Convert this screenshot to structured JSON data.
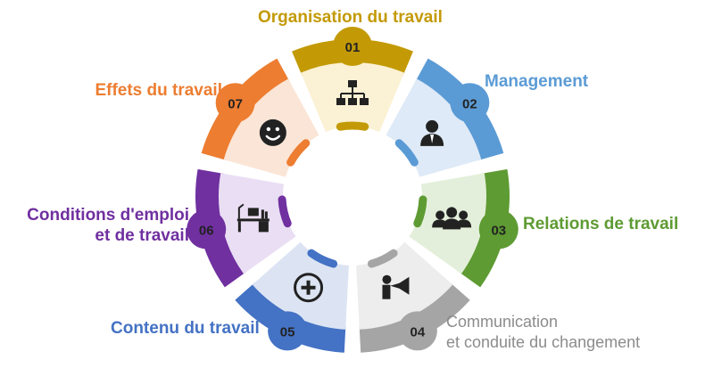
{
  "segments": [
    {
      "number": "01",
      "label": [
        "Organisation du travail"
      ],
      "color": "#C39A06",
      "tint": "#FBF1D4",
      "icon": "org-chart-icon"
    },
    {
      "number": "02",
      "label": [
        "Management"
      ],
      "color": "#5B9BD5",
      "tint": "#DEEAF7",
      "icon": "manager-icon"
    },
    {
      "number": "03",
      "label": [
        "Relations de travail"
      ],
      "color": "#5E9B33",
      "tint": "#E3EFDA",
      "icon": "group-icon"
    },
    {
      "number": "04",
      "label": [
        "Communication",
        "et conduite du changement"
      ],
      "color": "#A5A5A5",
      "tint": "#EDEDED",
      "icon": "megaphone-icon"
    },
    {
      "number": "05",
      "label": [
        "Contenu du travail"
      ],
      "color": "#4472C4",
      "tint": "#DCE4F3",
      "icon": "plus-circle-icon"
    },
    {
      "number": "06",
      "label": [
        "Conditions d'emploi",
        "et de travail"
      ],
      "color": "#7030A0",
      "tint": "#E9DEF3",
      "icon": "desk-icon"
    },
    {
      "number": "07",
      "label": [
        "Effets du travail"
      ],
      "color": "#ED7D31",
      "tint": "#FBE5D6",
      "icon": "smiley-icon"
    }
  ],
  "label_colors": {
    "04": "#8C8C8C"
  }
}
